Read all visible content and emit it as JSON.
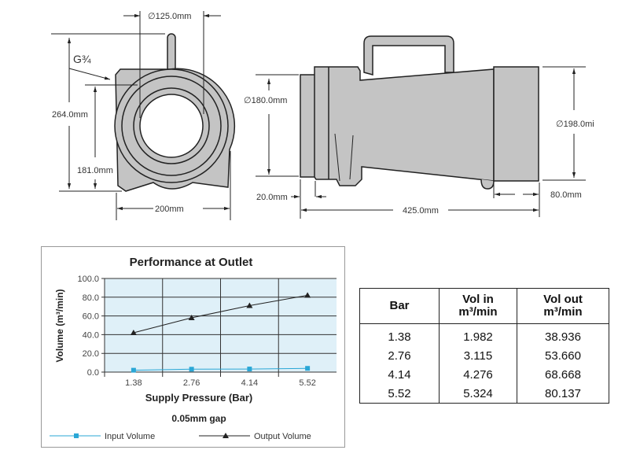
{
  "drawing": {
    "front_view": {
      "bore_diameter": "∅125.0mm",
      "thread": "G¾",
      "overall_height": "264.0mm",
      "center_height": "181.0mm",
      "width": "200mm"
    },
    "side_view": {
      "inlet_diameter": "∅180.0mm",
      "outlet_diameter": "∅198.0mi",
      "flange_length": "20.0mm",
      "outlet_length": "80.0mm",
      "overall_length": "425.0mm"
    }
  },
  "chart_data": {
    "type": "line",
    "title": "Performance at Outlet",
    "xlabel": "Supply Pressure (Bar)",
    "ylabel": "Volume (m³/min)",
    "subtitle": "0.05mm gap",
    "categories": [
      "1.38",
      "2.76",
      "4.14",
      "5.52"
    ],
    "ylim": [
      0,
      100
    ],
    "yticks": [
      "0.0",
      "20.0",
      "40.0",
      "60.0",
      "80.0",
      "100.0"
    ],
    "grid": true,
    "legend_position": "bottom",
    "series": [
      {
        "name": "Input Volume",
        "values": [
          2.0,
          3.1,
          3.3,
          4.0
        ],
        "color": "#2aa7d6",
        "marker": "square"
      },
      {
        "name": "Output Volume",
        "values": [
          42,
          58,
          71,
          82
        ],
        "color": "#222222",
        "marker": "triangle"
      }
    ],
    "plot_bg": "#dff0f8"
  },
  "table": {
    "headers": [
      [
        "Bar",
        ""
      ],
      [
        "Vol in",
        "m³/min"
      ],
      [
        "Vol out",
        "m³/min"
      ]
    ],
    "rows": [
      [
        "1.38",
        "1.982",
        "38.936"
      ],
      [
        "2.76",
        "3.115",
        "53.660"
      ],
      [
        "4.14",
        "4.276",
        "68.668"
      ],
      [
        "5.52",
        "5.324",
        "80.137"
      ]
    ]
  }
}
